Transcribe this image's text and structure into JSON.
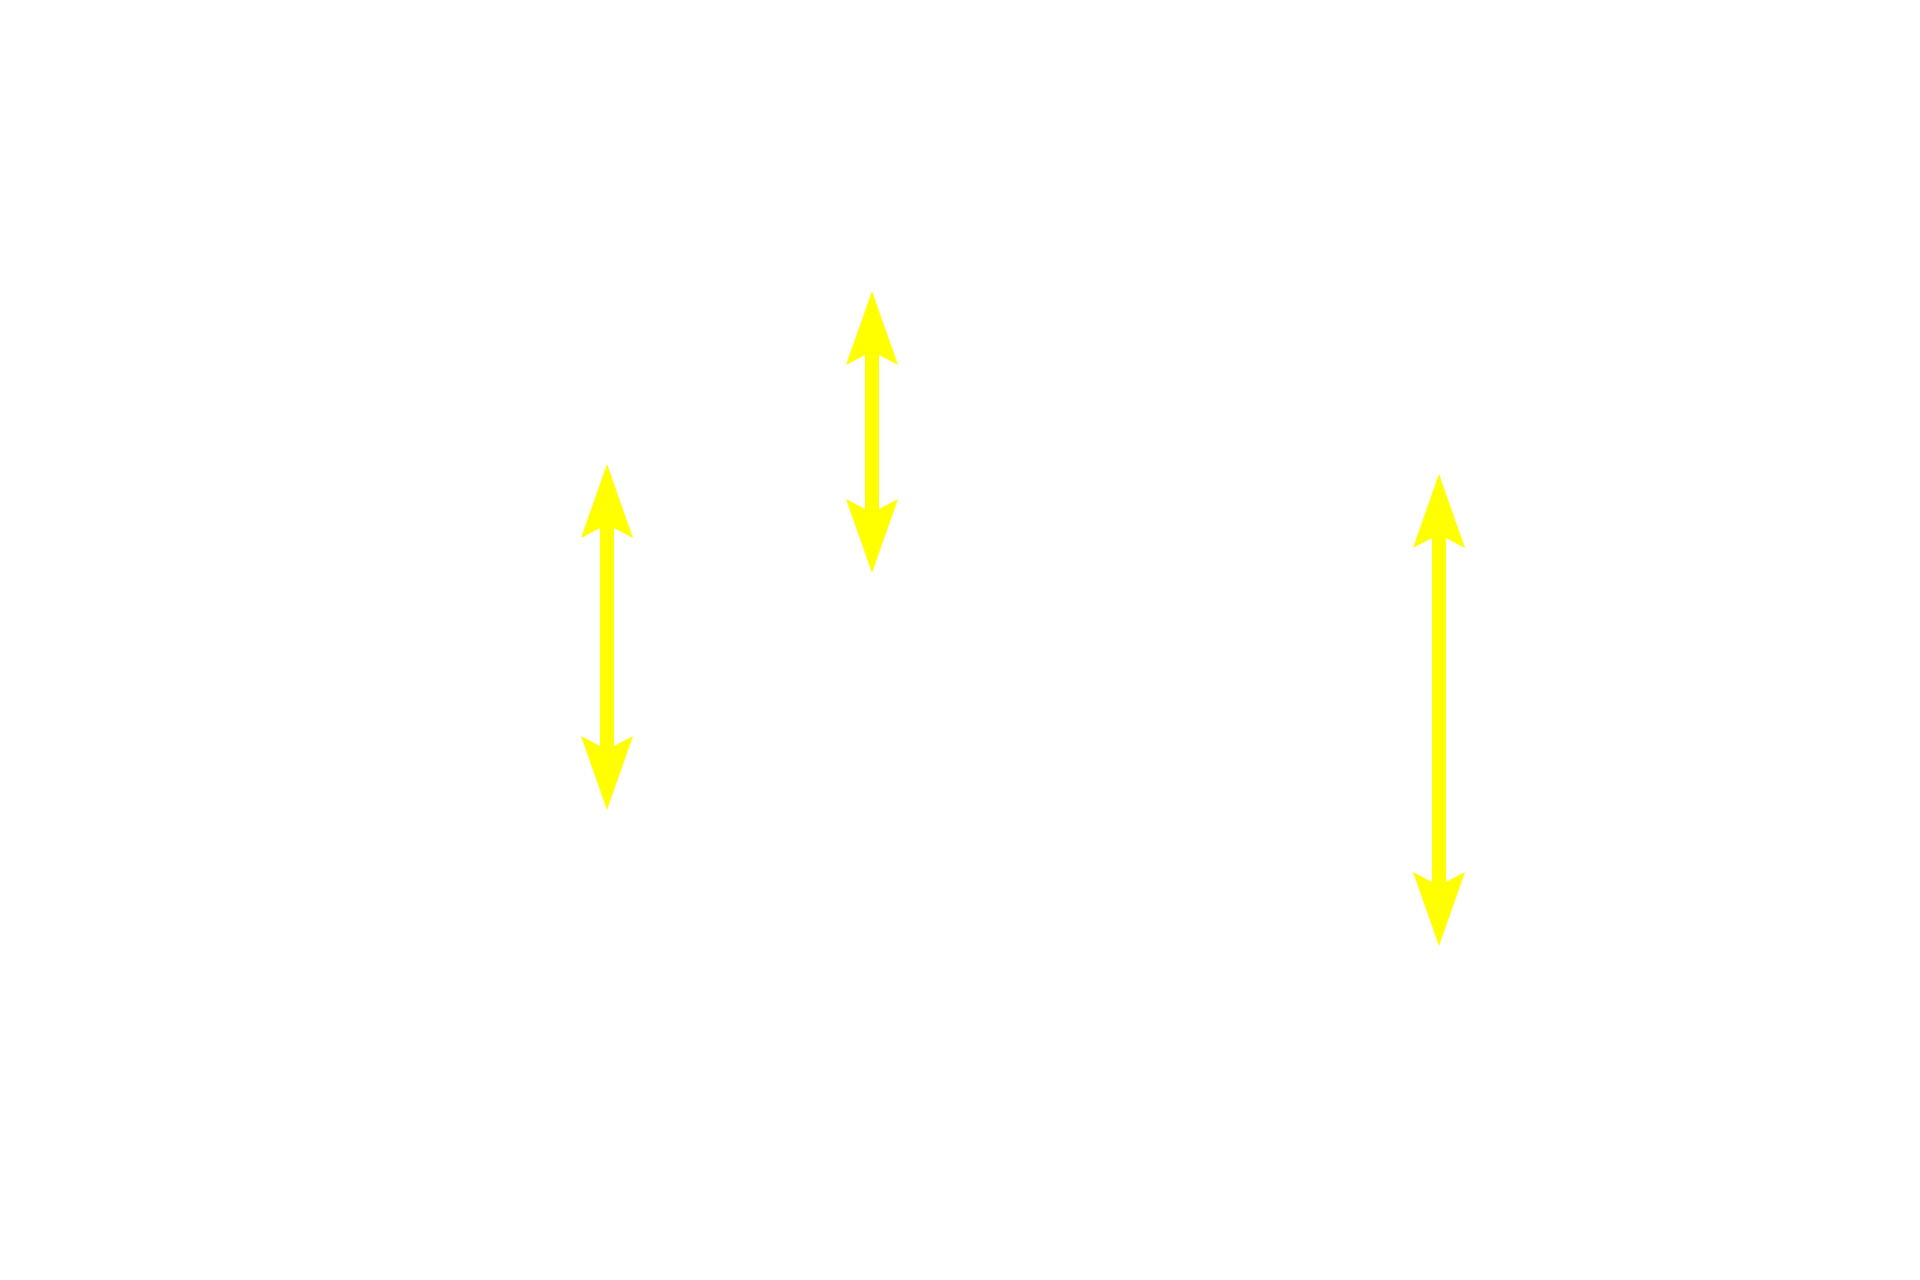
{
  "background_color": "#ffffff",
  "arrow_color": "#ffff00",
  "arrows": [
    {
      "name": "double-arrow-left",
      "style": "double-headed vertical"
    },
    {
      "name": "double-arrow-middle",
      "style": "double-headed vertical"
    },
    {
      "name": "double-arrow-right",
      "style": "double-headed vertical"
    }
  ]
}
